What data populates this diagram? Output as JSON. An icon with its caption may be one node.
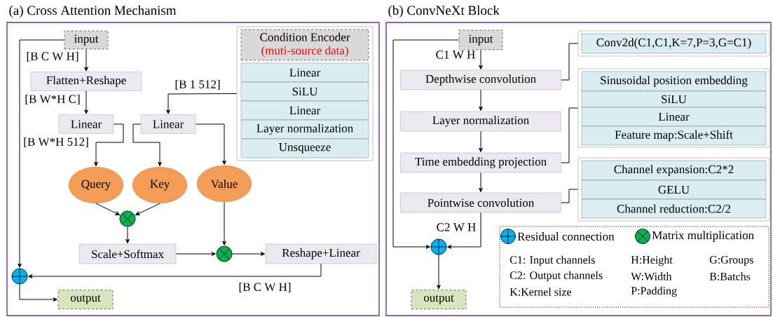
{
  "diagram": {
    "nodes": [
      {
        "text": [
          "(a) Cross Attention Mechanism"
        ]
      },
      {
        "text": [
          "input"
        ],
        "in": 0
      },
      {
        "text": [
          "Flatten+Reshape"
        ],
        "in": 0
      },
      {
        "text": [
          "Linear"
        ],
        "in": 0
      },
      {
        "text": [
          "Linear"
        ],
        "in": 0
      },
      {
        "text": [],
        "shape": "box",
        "in": 0
      },
      {
        "text": [
          "Condition Encoder",
          "(muti-source data)"
        ],
        "in": 5
      },
      {
        "text": [
          "Linear"
        ],
        "in": 5
      },
      {
        "text": [
          "SiLU"
        ],
        "in": 5
      },
      {
        "text": [
          "Linear"
        ],
        "in": 5
      },
      {
        "text": [
          "Layer normalization"
        ],
        "in": 5
      },
      {
        "text": [
          "Unsqueeze"
        ],
        "in": 5
      },
      {
        "text": [
          "Query"
        ],
        "in": 0
      },
      {
        "text": [
          "Key"
        ],
        "in": 0
      },
      {
        "text": [
          "Value"
        ],
        "in": 0
      },
      {
        "text": [],
        "shape": "circle",
        "in": 0
      },
      {
        "text": [
          "Scale+Softmax"
        ],
        "in": 0
      },
      {
        "text": [],
        "shape": "circle",
        "in": 0
      },
      {
        "text": [
          "Reshape+Linear"
        ],
        "in": 0
      },
      {
        "text": [],
        "shape": "circle",
        "in": 0
      },
      {
        "text": [
          "output"
        ],
        "in": 0
      },
      {
        "text": [
          "(b) ConvNeXt Block"
        ]
      },
      {
        "text": [
          "input"
        ],
        "in": 21
      },
      {
        "text": [
          "Depthwise convolution"
        ],
        "in": 21
      },
      {
        "text": [
          "Layer normalization"
        ],
        "in": 21
      },
      {
        "text": [
          "Time embedding projection"
        ],
        "in": 21
      },
      {
        "text": [
          "Pointwise convolution"
        ],
        "in": 21
      },
      {
        "text": [],
        "shape": "box",
        "in": 21
      },
      {
        "text": [
          "Conv2d(C1,C1,K=7,P=3,G=C1)"
        ],
        "in": 27
      },
      {
        "text": [],
        "shape": "box",
        "in": 21
      },
      {
        "text": [
          "Sinusoidal position embedding"
        ],
        "in": 29
      },
      {
        "text": [
          "SiLU"
        ],
        "in": 29
      },
      {
        "text": [
          "Linear"
        ],
        "in": 29
      },
      {
        "text": [
          "Feature map:Scale+Shift"
        ],
        "in": 29
      },
      {
        "text": [],
        "shape": "box",
        "in": 21
      },
      {
        "text": [
          "Channel expansion:C2*2"
        ],
        "in": 34
      },
      {
        "text": [
          "GELU"
        ],
        "in": 34
      },
      {
        "text": [
          "Channel reduction:C2/2"
        ],
        "in": 34
      },
      {
        "text": [],
        "shape": "circle",
        "in": 21
      },
      {
        "text": [
          "output"
        ],
        "in": 21
      }
    ],
    "edges": [
      {
        "from": 1,
        "to": 2,
        "arrow": "to",
        "label": "[B C W H]"
      },
      {
        "from": 2,
        "to": 3,
        "arrow": "to",
        "label": "[B W*H C]"
      },
      {
        "from": 3,
        "to": 12,
        "arrow": "to",
        "label": "[B W*H 512]"
      },
      {
        "from": 5,
        "to": 4,
        "arrow": "to",
        "label": "[B 1 512]"
      },
      {
        "from": 4,
        "to": 13,
        "arrow": "to"
      },
      {
        "from": 4,
        "to": 14,
        "arrow": "to"
      },
      {
        "from": 12,
        "to": 15,
        "arrow": "to"
      },
      {
        "from": 13,
        "to": 15,
        "arrow": "to"
      },
      {
        "from": 15,
        "to": 16,
        "arrow": "to"
      },
      {
        "from": 16,
        "to": 17,
        "arrow": "to"
      },
      {
        "from": 14,
        "to": 17,
        "arrow": "to"
      },
      {
        "from": 17,
        "to": 18,
        "arrow": "to"
      },
      {
        "from": 18,
        "to": 19,
        "arrow": "to",
        "label": "[B C W H]"
      },
      {
        "from": 1,
        "to": 19,
        "arrow": "to"
      },
      {
        "from": 19,
        "to": 20,
        "arrow": "to"
      },
      {
        "from": 22,
        "to": 23,
        "arrow": "to",
        "label": "C1 W H"
      },
      {
        "from": 23,
        "to": 24,
        "arrow": "to"
      },
      {
        "from": 24,
        "to": 25,
        "arrow": "to"
      },
      {
        "from": 25,
        "to": 26,
        "arrow": "to"
      },
      {
        "from": 23,
        "to": 27,
        "arrow": "none"
      },
      {
        "from": 25,
        "to": 29,
        "arrow": "none"
      },
      {
        "from": 26,
        "to": 34,
        "arrow": "none"
      },
      {
        "from": 26,
        "to": 38,
        "arrow": "to",
        "label": "C2 W H"
      },
      {
        "from": 22,
        "to": 38,
        "arrow": "to"
      },
      {
        "from": 38,
        "to": 39,
        "arrow": "to"
      }
    ],
    "labels": [
      "C1: Input channels",
      "H:Height",
      "G:Groups",
      "C2: Output channels",
      "W:Width",
      "B:Batchs",
      "K:Kernel size",
      "P:Padding"
    ],
    "legend": [
      {
        "text": "Residual connection"
      },
      {
        "text": "Matrix multiplication"
      }
    ]
  }
}
